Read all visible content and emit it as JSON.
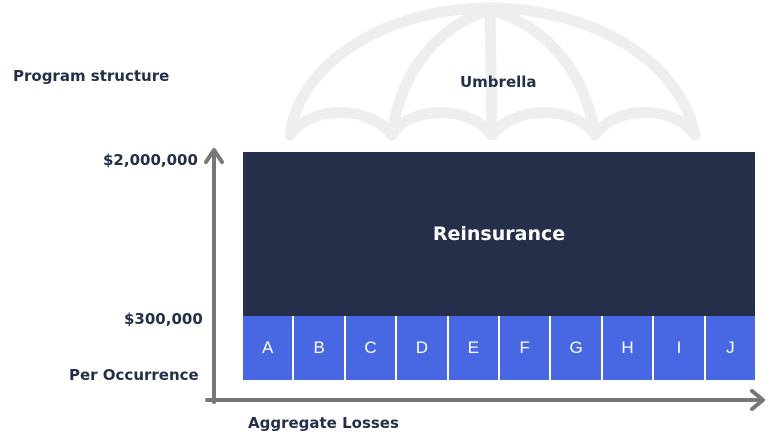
{
  "labels": {
    "program_structure": "Program structure",
    "umbrella": "Umbrella",
    "amount_top": "$2,000,000",
    "amount_low": "$300,000",
    "per_occurrence": "Per Occurrence",
    "aggregate_losses": "Aggregate Losses"
  },
  "reinsurance": {
    "label": "Reinsurance"
  },
  "cells": [
    "A",
    "B",
    "C",
    "D",
    "E",
    "F",
    "G",
    "H",
    "I",
    "J"
  ],
  "colors": {
    "reinsurance_fill": "#262f4a",
    "cell_fill": "#4767e3",
    "axis": "#777777",
    "text": "#262f4a",
    "watermark": "#f3f3f3"
  },
  "icons": {
    "background": "umbrella-watermark-icon"
  }
}
